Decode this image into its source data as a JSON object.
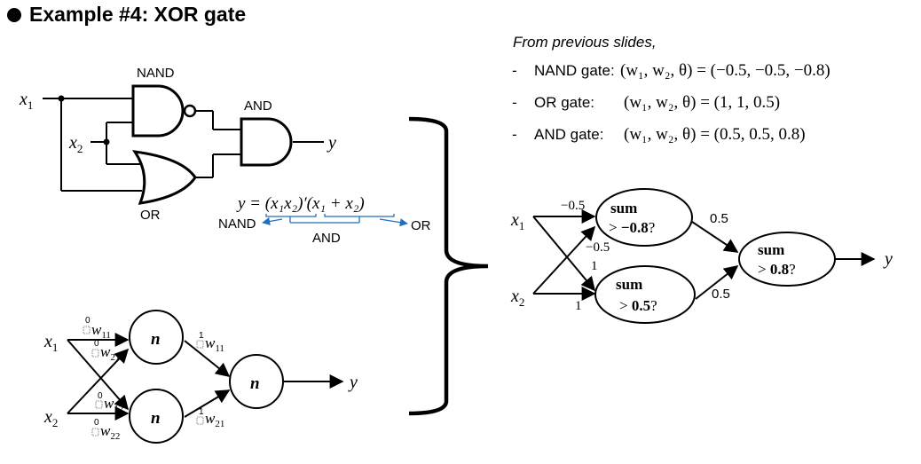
{
  "header": {
    "title": "Example #4: XOR gate"
  },
  "intro": "From previous slides,",
  "gate_params": [
    {
      "name": "NAND gate:",
      "values": "(w₁, w₂, θ) = (−0.5, −0.5, −0.8)"
    },
    {
      "name": "OR gate:",
      "values": "(w₁, w₂, θ) = (1,   1,   0.5)"
    },
    {
      "name": "AND gate:",
      "values": "(w₁, w₂, θ) = (0.5,   0.5,   0.8)"
    }
  ],
  "circuit": {
    "input_x1": "x",
    "input_x1_sub": "1",
    "input_x2": "x",
    "input_x2_sub": "2",
    "nand_label": "NAND",
    "or_label": "OR",
    "and_label": "AND",
    "output": "y"
  },
  "formula": {
    "text": "y = (x₁x₂)′(x₁ + x₂)",
    "nand_label": "NAND",
    "and_label": "AND",
    "or_label": "OR"
  },
  "generic_net": {
    "input_x1": "x",
    "input_x1_sub": "1",
    "input_x2": "x",
    "input_x2_sub": "2",
    "node_label": "n",
    "output": "y",
    "weights": {
      "w11_l0": {
        "sup": "0",
        "base": "w",
        "sub": "11"
      },
      "w21_l0": {
        "sup": "0",
        "base": "w",
        "sub": "21"
      },
      "w12_l0": {
        "sup": "0",
        "base": "w",
        "sub": "12"
      },
      "w22_l0": {
        "sup": "0",
        "base": "w",
        "sub": "22"
      },
      "w11_l1": {
        "sup": "1",
        "base": "w",
        "sub": "11"
      },
      "w21_l1": {
        "sup": "1",
        "base": "w",
        "sub": "21"
      }
    }
  },
  "xor_net": {
    "input_x1": "x",
    "input_x1_sub": "1",
    "input_x2": "x",
    "input_x2_sub": "2",
    "output": "y",
    "node_top": {
      "line1": "sum",
      "line2_prefix": "> ",
      "line2_value": "−0.8",
      "line2_suffix": "?"
    },
    "node_bottom": {
      "line1": "sum",
      "line2_prefix": "> ",
      "line2_value": "0.5",
      "line2_suffix": "?"
    },
    "node_out": {
      "line1": "sum",
      "line2_prefix": "> ",
      "line2_value": "0.8",
      "line2_suffix": "?"
    },
    "weights": {
      "x1_top": "−0.5",
      "x2_top": "−0.5",
      "x1_bottom": "1",
      "x2_bottom": "1",
      "top_out": "0.5",
      "bottom_out": "0.5"
    }
  },
  "colors": {
    "formula_brace": "#1f6fbf",
    "ink": "#000000"
  }
}
